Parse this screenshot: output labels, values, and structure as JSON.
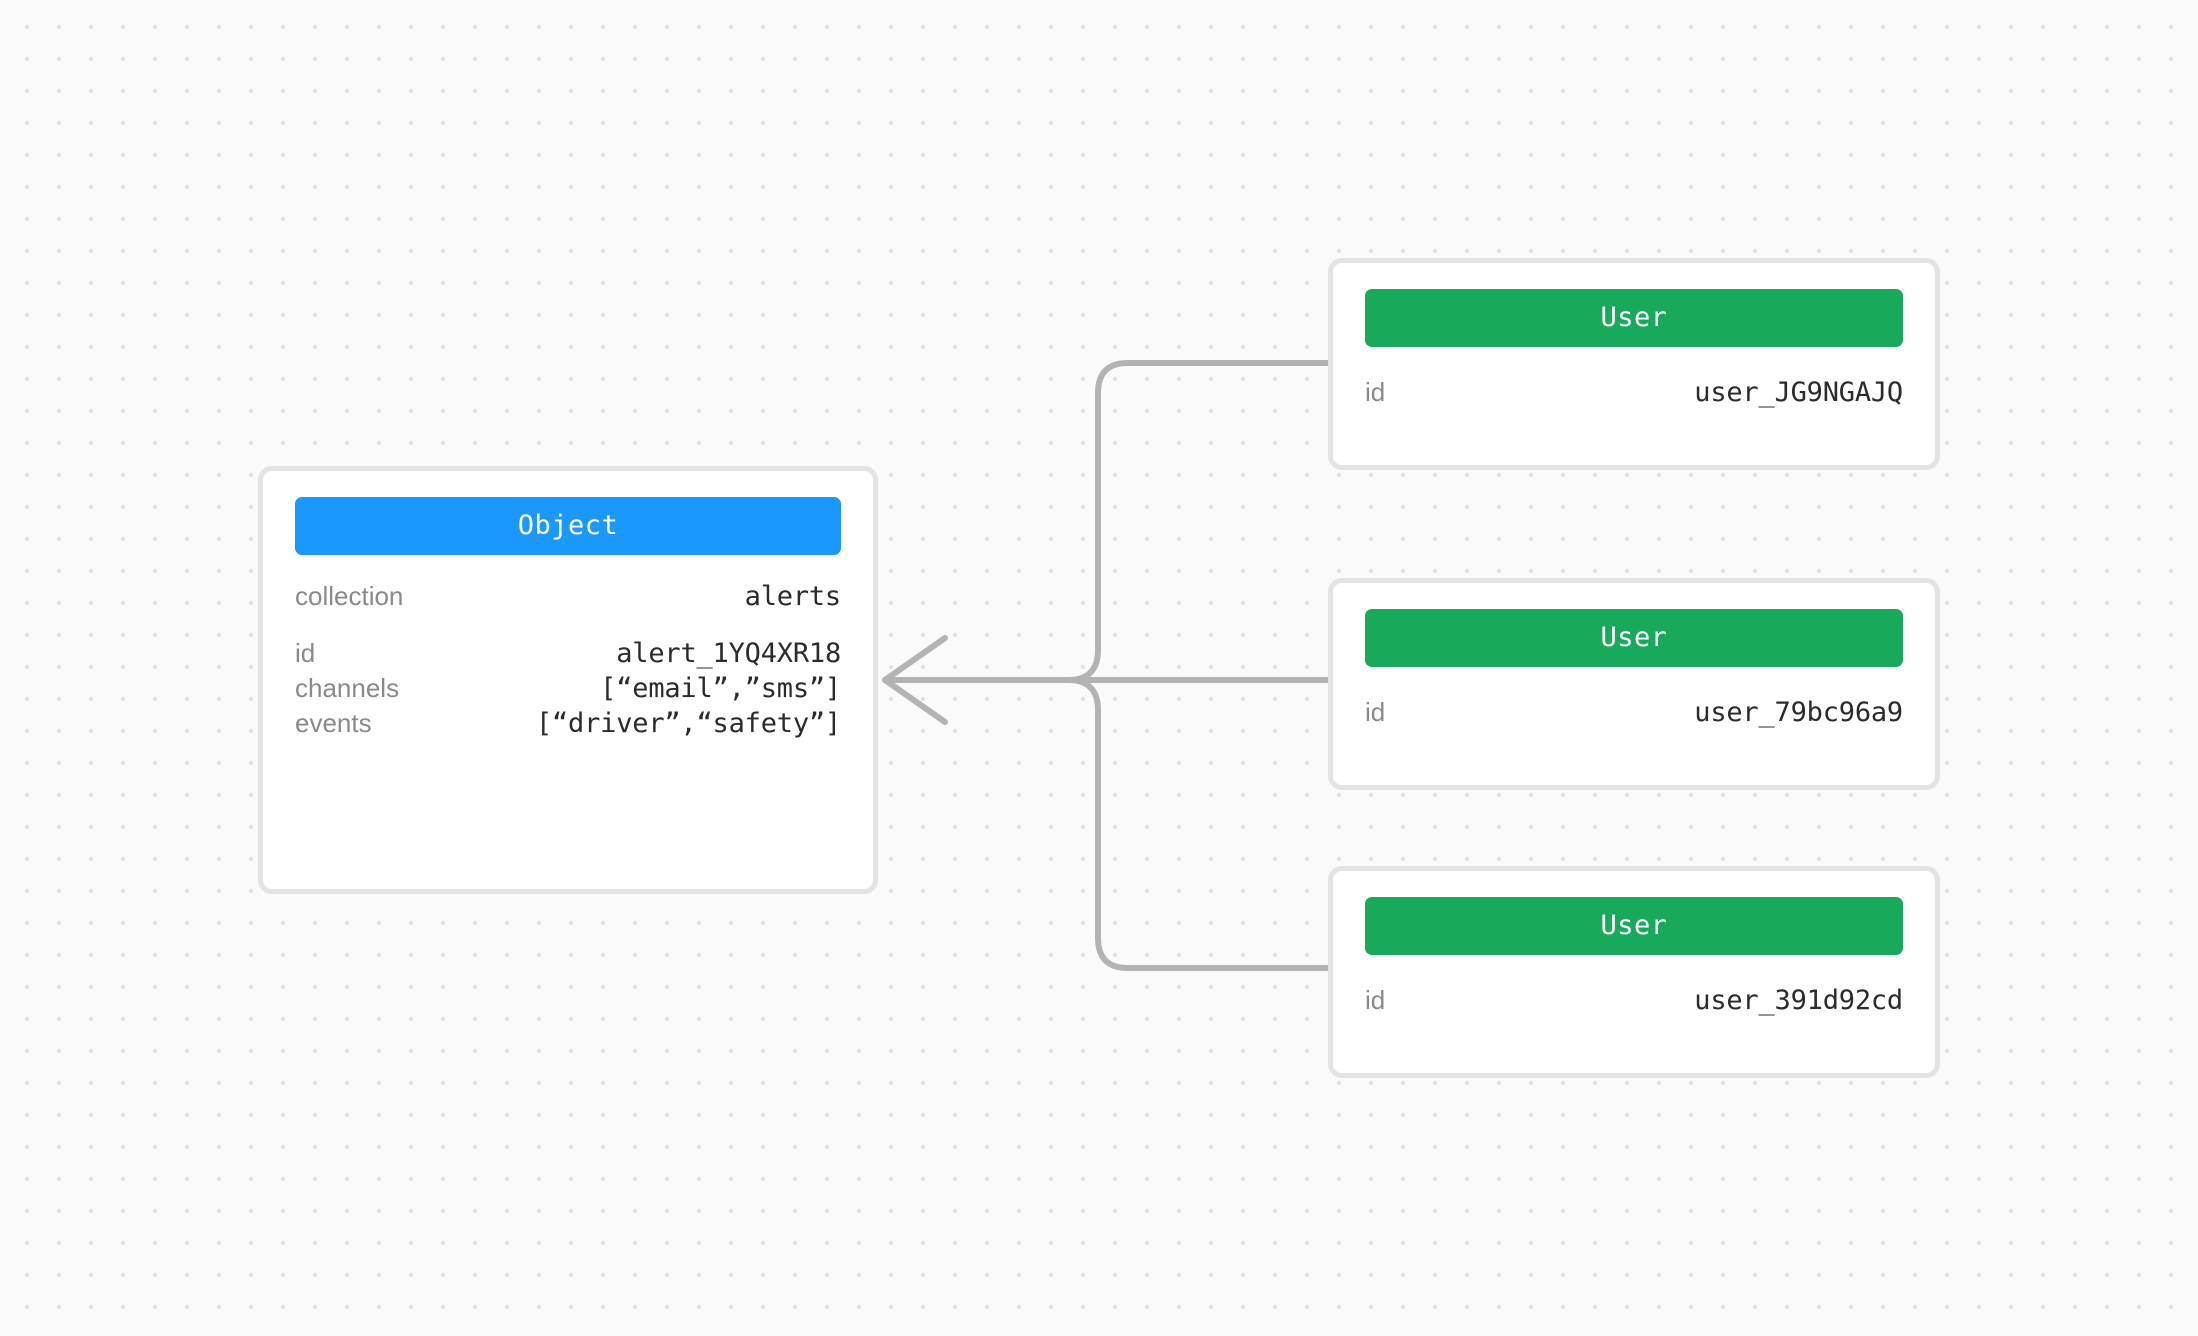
{
  "canvas": {
    "background_color": "#fafafa",
    "dot_color": "#e0e2e4",
    "connector_color": "#b3b3b3"
  },
  "object_node": {
    "header": {
      "label": "Object",
      "color": "#1a98fb"
    },
    "primary_group": [
      {
        "key": "collection",
        "value": "alerts"
      }
    ],
    "detail_group": [
      {
        "key": "id",
        "value": "alert_1YQ4XR18"
      },
      {
        "key": "channels",
        "value": "[“email”,”sms”]"
      },
      {
        "key": "events",
        "value": "[“driver”,“safety”]"
      }
    ]
  },
  "user_nodes": [
    {
      "header": {
        "label": "User",
        "color": "#18a95b"
      },
      "fields": [
        {
          "key": "id",
          "value": "user_JG9NGAJQ"
        }
      ]
    },
    {
      "header": {
        "label": "User",
        "color": "#18a95b"
      },
      "fields": [
        {
          "key": "id",
          "value": "user_79bc96a9"
        }
      ]
    },
    {
      "header": {
        "label": "User",
        "color": "#18a95b"
      },
      "fields": [
        {
          "key": "id",
          "value": "user_391d92cd"
        }
      ]
    }
  ],
  "connectors": {
    "arrow_direction": "left",
    "edges": [
      {
        "from": "user_nodes.0",
        "to": "object_node"
      },
      {
        "from": "user_nodes.1",
        "to": "object_node"
      },
      {
        "from": "user_nodes.2",
        "to": "object_node"
      }
    ]
  }
}
